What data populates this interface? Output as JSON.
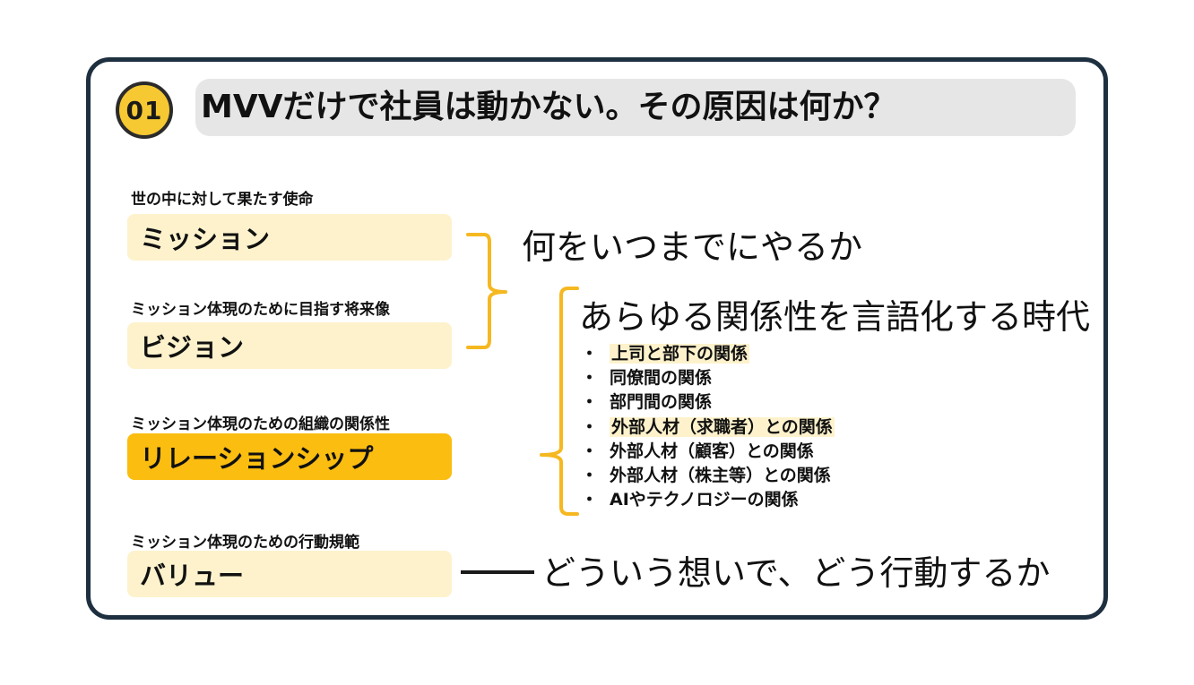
{
  "header": {
    "number": "01",
    "title": "MVVだけで社員は動かない。その原因は何か？"
  },
  "items": [
    {
      "caption": "世の中に対して果たす使命",
      "label": "ミッション"
    },
    {
      "caption": "ミッション体現のために目指す将来像",
      "label": "ビジョン"
    },
    {
      "caption": "ミッション体現のための組織の関係性",
      "label": "リレーションシップ"
    },
    {
      "caption": "ミッション体現のための行動規範",
      "label": "バリュー"
    }
  ],
  "mission_vision_note": "何をいつまでにやるか",
  "relationship": {
    "heading": "あらゆる関係性を言語化する時代",
    "bullet": "・",
    "list": [
      {
        "text": "上司と部下の関係",
        "highlighted": true
      },
      {
        "text": "同僚間の関係",
        "highlighted": false
      },
      {
        "text": "部門間の関係",
        "highlighted": false
      },
      {
        "text": "外部人材（求職者）との関係",
        "highlighted": true
      },
      {
        "text": "外部人材（顧客）との関係",
        "highlighted": false
      },
      {
        "text": "外部人材（株主等）との関係",
        "highlighted": false
      },
      {
        "text": "AIやテクノロジーの関係",
        "highlighted": false
      }
    ]
  },
  "value_note": "どういう想いで、どう行動するか",
  "colors": {
    "frame": "#1e3040",
    "accent": "#fbbd10",
    "pale": "#fdf2cc",
    "bracket": "#f5b820",
    "title_bg": "#e6e6e6"
  }
}
